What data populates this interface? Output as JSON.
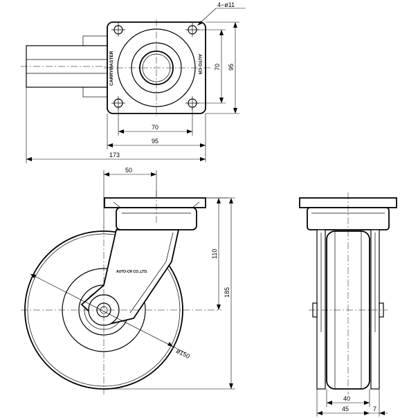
{
  "top_view": {
    "hole_callout": "4−ø11",
    "dim_hole_spacing_vertical": "70",
    "dim_plate_vertical": "95",
    "dim_hole_spacing_horizontal": "70",
    "dim_plate_horizontal": "95",
    "dim_overall_length": "173",
    "brand_left": "CARRYMASTER",
    "brand_right": "AUTO CR"
  },
  "side_view": {
    "dim_offset": "50",
    "dim_swivel_height": "110",
    "dim_overall_height": "185",
    "dim_wheel_diameter": "ø150",
    "fork_logo_text": "AUTO-CR CO.,LTD."
  },
  "front_view": {
    "dim_wheel_width": "40",
    "dim_fork_width": "45",
    "dim_side_clearance": "7"
  }
}
